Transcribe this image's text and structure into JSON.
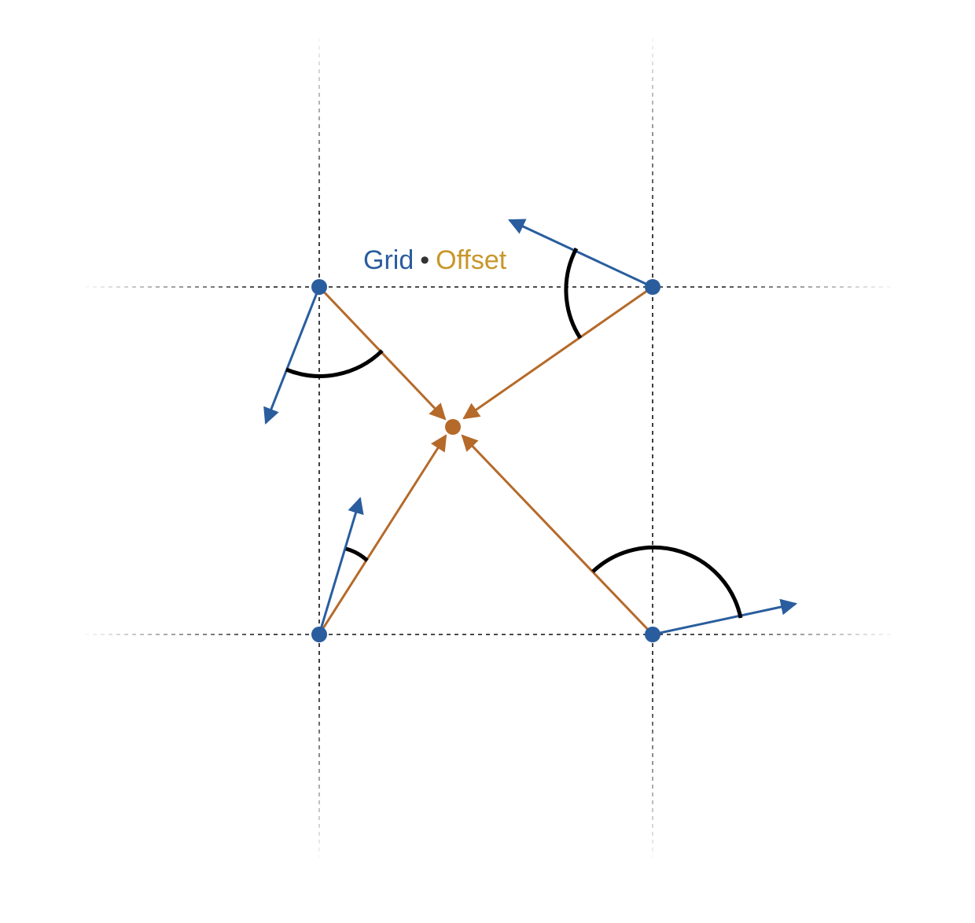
{
  "legend": {
    "grid_label": "Grid",
    "separator": "•",
    "offset_label": "Offset"
  },
  "colors": {
    "grid": "#2a5d9e",
    "offset": "#b56a2a",
    "offset_text": "#c8962a",
    "arc": "#000000",
    "dashed_line": "#111111"
  },
  "diagram": {
    "grid_points": [
      {
        "id": "top-left",
        "gradient_angle_deg": 248
      },
      {
        "id": "top-right",
        "gradient_angle_deg": 158
      },
      {
        "id": "bottom-left",
        "gradient_angle_deg": 75
      },
      {
        "id": "bottom-right",
        "gradient_angle_deg": 12
      }
    ],
    "sample_point": {
      "id": "center"
    }
  }
}
